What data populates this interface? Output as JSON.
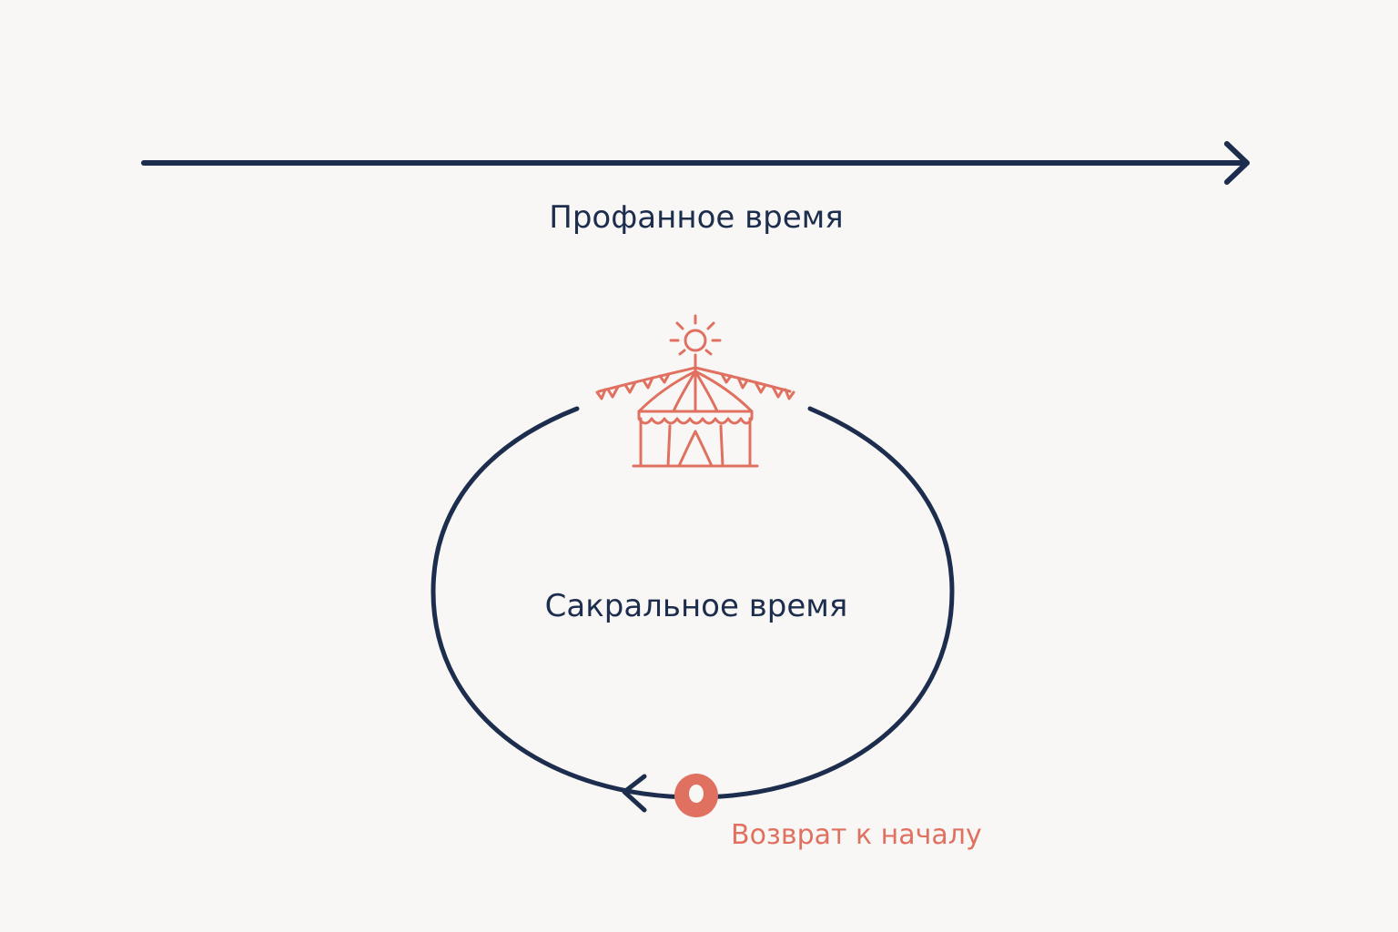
{
  "profane": {
    "label": "Профанное время"
  },
  "sacred": {
    "label": "Сакральное время",
    "icon": "circus-tent-icon"
  },
  "return_marker": {
    "label": "Возврат к началу"
  },
  "colors": {
    "background": "#f9f7f5",
    "navy": "#1c2d4d",
    "accent": "#e07060"
  }
}
